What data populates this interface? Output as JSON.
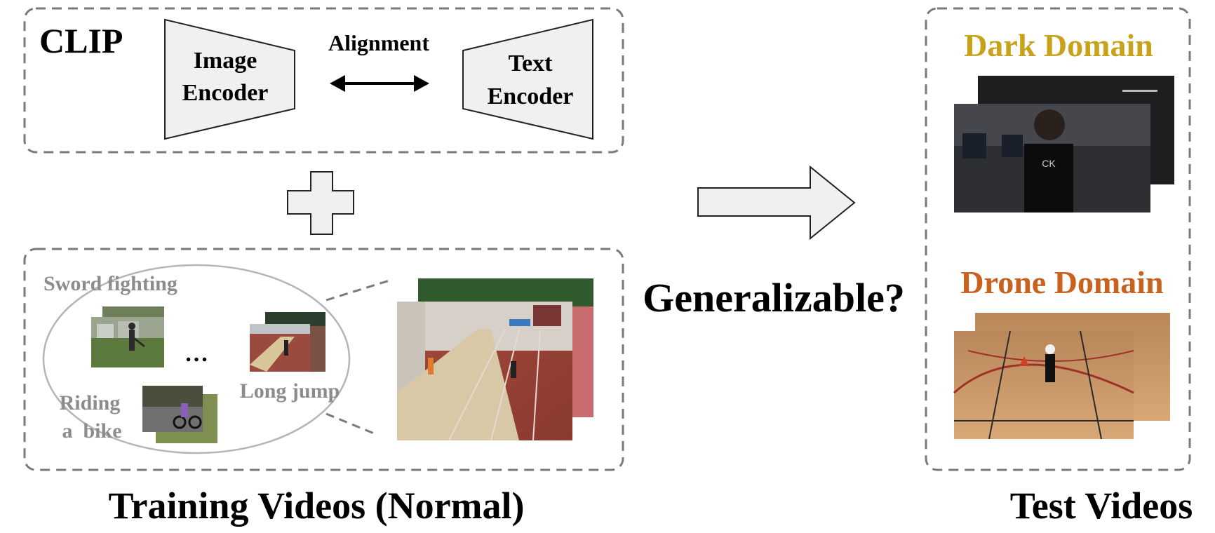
{
  "clip_box": {
    "title": "CLIP",
    "image_encoder": [
      "Image",
      "Encoder"
    ],
    "text_encoder": [
      "Text",
      "Encoder"
    ],
    "alignment_label": "Alignment"
  },
  "training": {
    "classes": {
      "sword_fighting": "Sword fighting",
      "riding_bike": [
        "Riding",
        "a  bike"
      ],
      "long_jump": "Long jump",
      "ellipsis": "…"
    },
    "caption": "Training Videos (Normal)"
  },
  "question": "Generalizable?",
  "test": {
    "dark_domain": "Dark Domain",
    "drone_domain": "Drone Domain",
    "caption": "Test Videos"
  },
  "colors": {
    "dark_domain": "#c8a21a",
    "drone_domain": "#c8621e",
    "class_label": "#8c8c8c",
    "dashed_border": "#7a7a7a",
    "shape_fill": "#f0f0f0"
  }
}
